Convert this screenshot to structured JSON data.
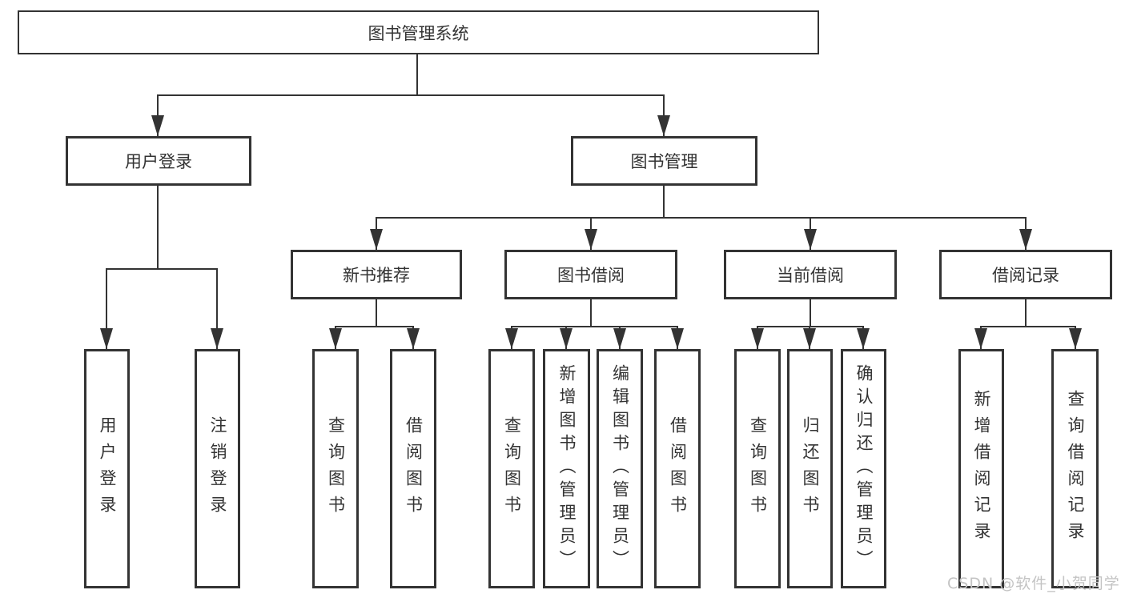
{
  "watermark": "CSDN @软件_小贺同学",
  "colors": {
    "line": "#333333",
    "box_border": "#333333",
    "box_background": "#ffffff",
    "text": "#333333",
    "watermark": "#c4c4c4",
    "page_background": "#ffffff"
  },
  "tree": {
    "label": "图书管理系统",
    "children": [
      {
        "label": "用户登录",
        "children": [
          {
            "label": "用户登录"
          },
          {
            "label": "注销登录"
          }
        ]
      },
      {
        "label": "图书管理",
        "children": [
          {
            "label": "新书推荐",
            "children": [
              {
                "label": "查询图书"
              },
              {
                "label": "借阅图书"
              }
            ]
          },
          {
            "label": "图书借阅",
            "children": [
              {
                "label": "查询图书"
              },
              {
                "label": "新增图书（管理员）"
              },
              {
                "label": "编辑图书（管理员）"
              },
              {
                "label": "借阅图书"
              }
            ]
          },
          {
            "label": "当前借阅",
            "children": [
              {
                "label": "查询图书"
              },
              {
                "label": "归还图书"
              },
              {
                "label": "确认归还（管理员）"
              }
            ]
          },
          {
            "label": "借阅记录",
            "children": [
              {
                "label": "新增借阅记录"
              },
              {
                "label": "查询借阅记录"
              }
            ]
          }
        ]
      }
    ]
  }
}
